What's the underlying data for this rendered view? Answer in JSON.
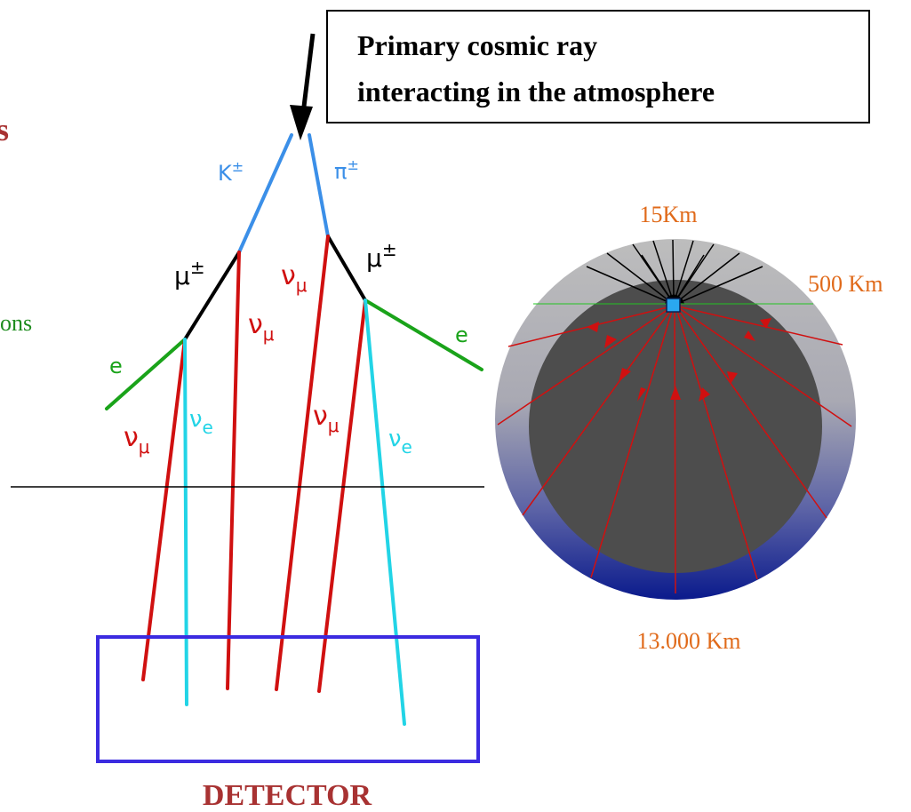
{
  "diagram": {
    "primary_box": {
      "line1": "Primary cosmic ray",
      "line2": "interacting in the atmosphere"
    },
    "left_fragments": {
      "s": "s",
      "ons": "ons"
    },
    "particles": {
      "kaon": "K",
      "pion": "π",
      "charge": "±",
      "muon": "μ",
      "nu": "ν",
      "mu_sub": "μ",
      "e_sub": "e",
      "electron": "e"
    },
    "detector_label": "DETECTOR",
    "earth": {
      "top_label": "15Km",
      "right_label": "500 Km",
      "bottom_label": "13.000 Km"
    },
    "colors": {
      "cosmic_ray": "#000000",
      "meson": "#3b8fe8",
      "muon": "#000000",
      "electron": "#1aa31a",
      "nu_mu": "#d01010",
      "nu_e": "#22d4e6",
      "detector": "#3b2be0",
      "label_red": "#a83232",
      "label_green": "#1e8c1e",
      "earth_label": "#e06a1a",
      "earth_inner": "#4d4d4d",
      "atmosphere_top": "#bdbdbd",
      "atmosphere_bottom": "#0a1a8c"
    }
  }
}
